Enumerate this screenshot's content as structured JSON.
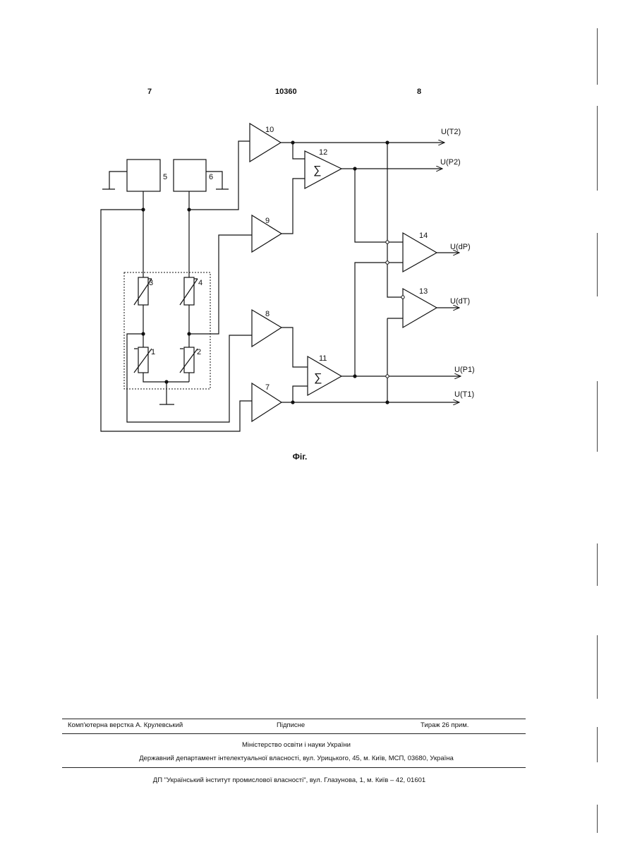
{
  "header": {
    "left_page": "7",
    "doc_number": "10360",
    "right_page": "8"
  },
  "circuit": {
    "components": {
      "c1": "1",
      "c2": "2",
      "c3": "3",
      "c4": "4",
      "c5": "5",
      "c6": "6",
      "a7": "7",
      "a8": "8",
      "a9": "9",
      "a10": "10",
      "s11": "11",
      "s12": "12",
      "d13": "13",
      "d14": "14"
    },
    "sum_symbol": "∑",
    "outputs": {
      "t2": "U(T2)",
      "p2": "U(P2)",
      "dp": "U(dP)",
      "dt": "U(dT)",
      "p1": "U(P1)",
      "t1": "U(T1)"
    }
  },
  "caption": "Фіг.",
  "footer": {
    "layout": "Комп'ютерна верстка А. Крулевський",
    "signed": "Підписне",
    "print_run": "Тираж 26 прим.",
    "ministry": "Міністерство освіти і науки України",
    "department": "Державний департамент інтелектуальної власності, вул. Урицького, 45, м. Київ, МСП, 03680, Україна",
    "institute": "ДП \"Український інститут промислової власності\", вул. Глазунова, 1, м. Київ – 42, 01601"
  }
}
